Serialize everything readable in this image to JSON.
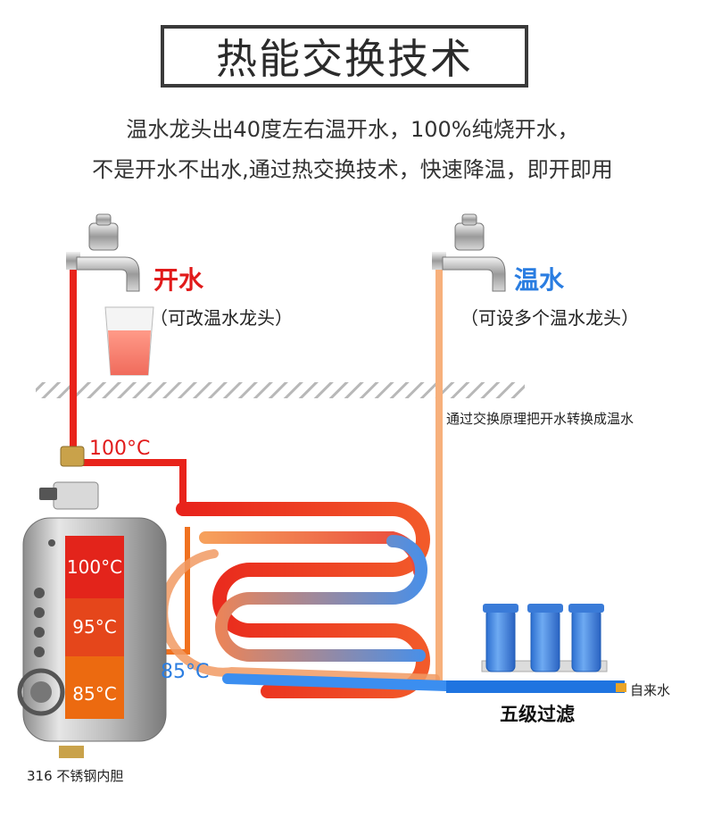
{
  "title": "热能交换技术",
  "subtitle_line1": "温水龙头出40度左右温开水，100%纯烧开水，",
  "subtitle_line2": "不是开水不出水,通过热交换技术，快速降温，即开即用",
  "left_outlet": {
    "label": "开水",
    "note": "（可改温水龙头）"
  },
  "right_outlet": {
    "label": "温水",
    "note": "（可设多个温水龙头）"
  },
  "exchange_note": "通过交换原理把开水转换成温水",
  "pipe_temp_hot": "100°C",
  "pipe_temp_return": "85°C",
  "tank": {
    "levels": [
      "100°C",
      "95°C",
      "85°C"
    ],
    "caption": "316 不锈钢内胆"
  },
  "filter_label": "五级过滤",
  "tap_water_label": "自来水",
  "colors": {
    "hot": "#e8231b",
    "warm": "#f29a5a",
    "cool": "#3b8ef0",
    "tank_hot": "#e3241b",
    "tank_mid": "#e5461b",
    "tank_low": "#ec6a10"
  }
}
